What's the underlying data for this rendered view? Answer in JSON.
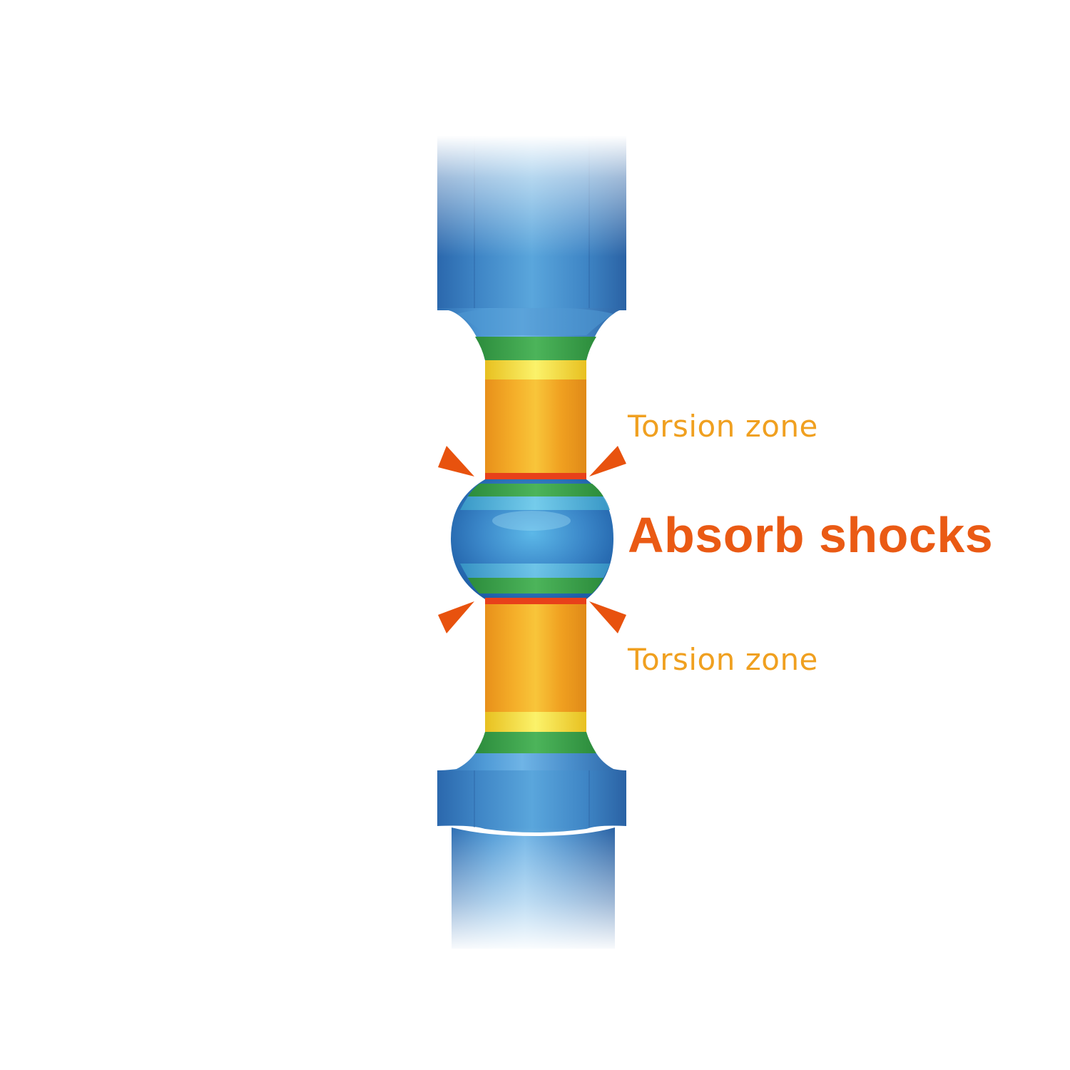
{
  "labels": {
    "torsion_top": "Torsion zone",
    "absorb": "Absorb shocks",
    "torsion_bottom": "Torsion zone"
  },
  "colors": {
    "shank_blue": "#3f86c6",
    "torsion_orange": "#f2a51f",
    "band_yellow": "#f5e84a",
    "band_green": "#3aa14a",
    "stress_red": "#e8401a",
    "arrow_orange": "#e8520e",
    "label_torsion": "#f0a020",
    "label_absorb": "#ea5a14"
  },
  "icons": {
    "stress_arrows": "triangle-arrow-icon"
  }
}
